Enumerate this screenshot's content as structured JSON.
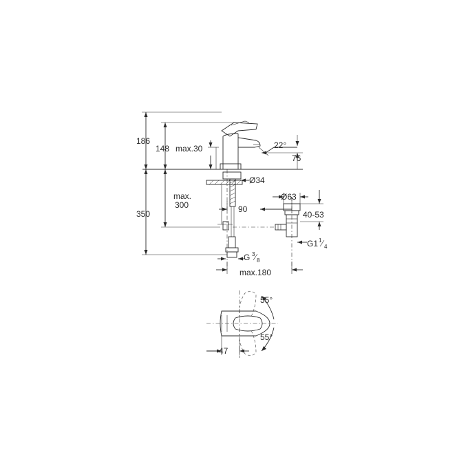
{
  "dimensions": {
    "overall_height": "186",
    "body_height": "148",
    "handle_clearance": "max.30",
    "spout_angle": "22°",
    "spout_reach": "76",
    "hole_diameter": "Ø34",
    "below_height": "350",
    "below_max_prefix": "max.",
    "below_max_value": "300",
    "waste_offset": "90",
    "waste_diameter": "Ø63",
    "waste_range": "40-53",
    "waste_thread_prefix": "G1",
    "waste_thread_num": "1",
    "waste_thread_den": "4",
    "supply_thread_prefix": "G",
    "supply_thread_num": "3",
    "supply_thread_den": "8",
    "max_spread": "max.180",
    "lever_angle_upper": "55°",
    "lever_angle_lower": "55°",
    "lever_depth": "47"
  },
  "colors": {
    "line": "#2a2a2a",
    "background": "#ffffff"
  }
}
